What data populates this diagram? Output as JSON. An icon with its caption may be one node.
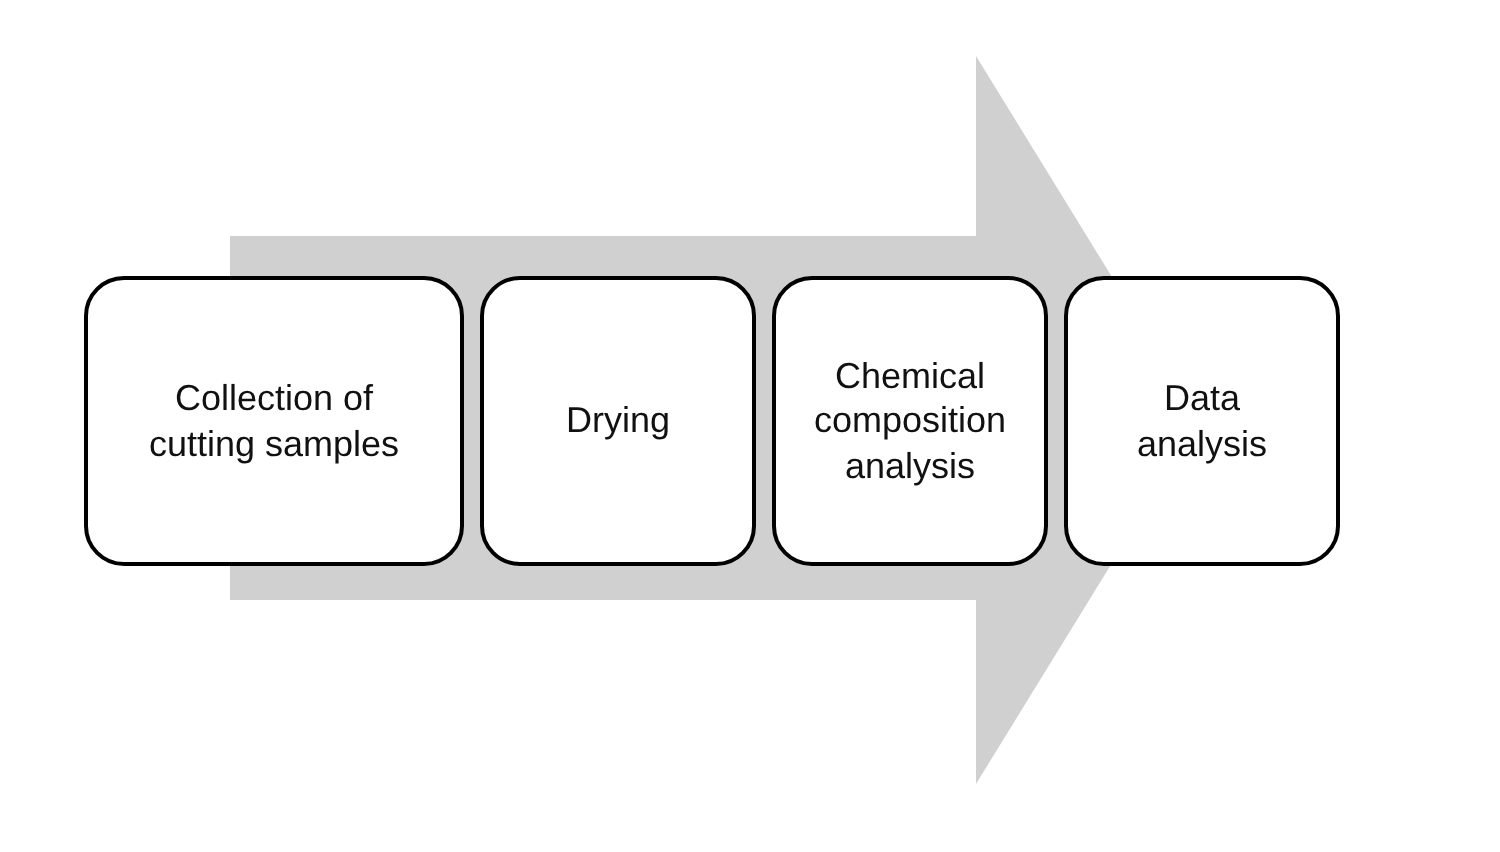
{
  "diagram": {
    "nodes": [
      {
        "text": [
          "Collection of cutting samples"
        ]
      },
      {
        "text": [
          "Drying"
        ]
      },
      {
        "text": [
          "Chemical composition analysis"
        ]
      },
      {
        "text": [
          "Data analysis"
        ]
      }
    ],
    "edges": [
      {
        "from": 0,
        "to": 3,
        "arrow": "to"
      }
    ]
  }
}
